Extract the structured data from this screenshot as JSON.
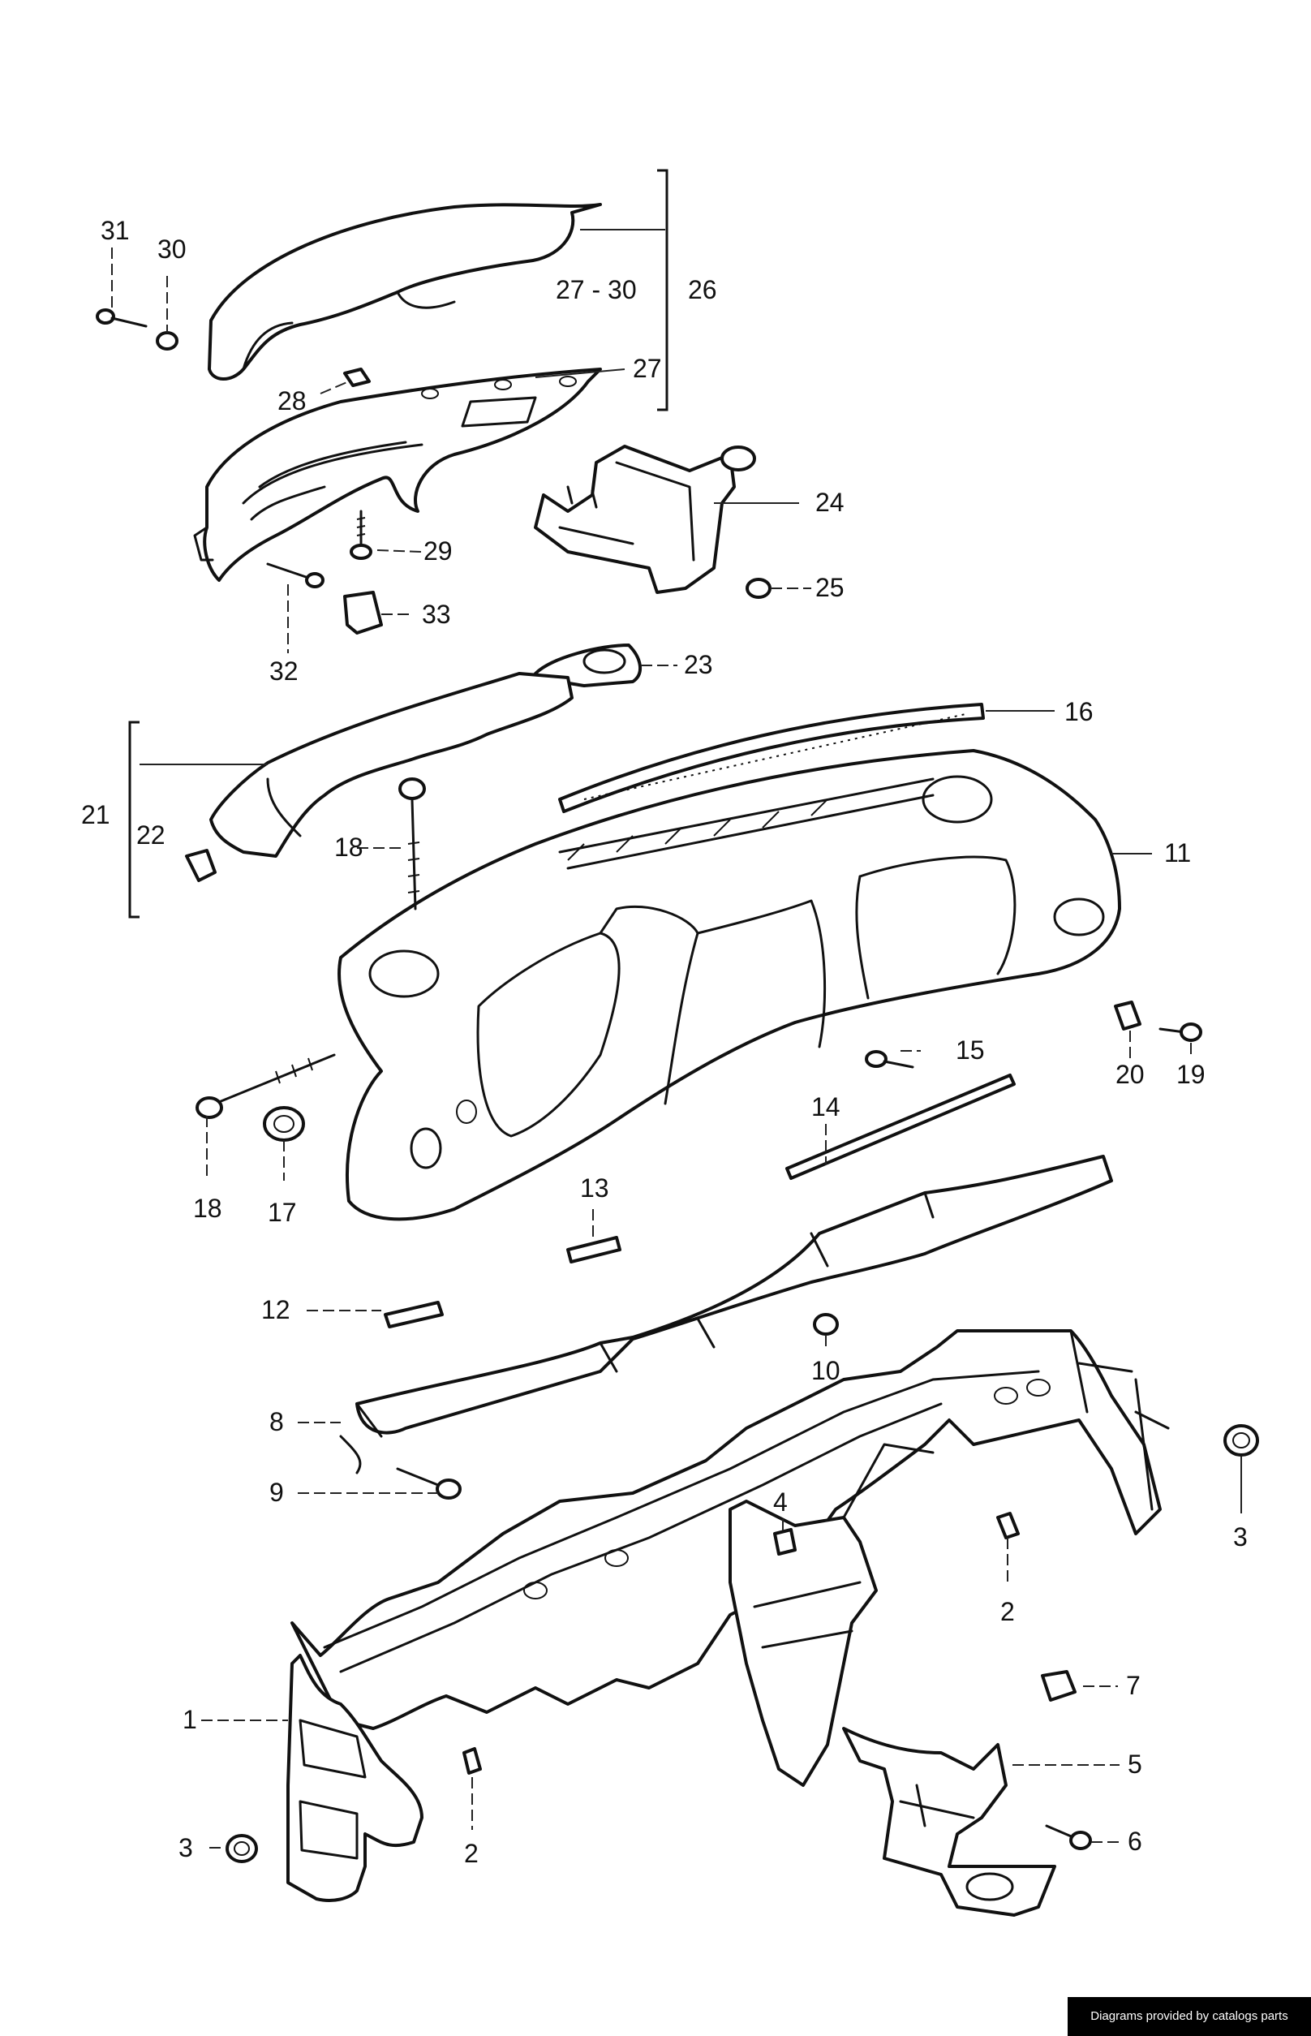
{
  "diagram": {
    "callouts": {
      "c1": "1",
      "c2a": "2",
      "c2b": "2",
      "c3a": "3",
      "c3b": "3",
      "c4": "4",
      "c5": "5",
      "c6": "6",
      "c7": "7",
      "c8": "8",
      "c9": "9",
      "c10": "10",
      "c11": "11",
      "c12": "12",
      "c13": "13",
      "c14": "14",
      "c15": "15",
      "c16": "16",
      "c17": "17",
      "c18a": "18",
      "c18b": "18",
      "c19": "19",
      "c20": "20",
      "c21": "21",
      "c22": "22",
      "c23": "23",
      "c24": "24",
      "c25": "25",
      "c26": "26",
      "c27": "27",
      "c27_30": "27 - 30",
      "c28": "28",
      "c29": "29",
      "c30": "30",
      "c31": "31",
      "c32": "32",
      "c33": "33"
    }
  },
  "footer": {
    "credit": "Diagrams provided by catalogs parts"
  }
}
